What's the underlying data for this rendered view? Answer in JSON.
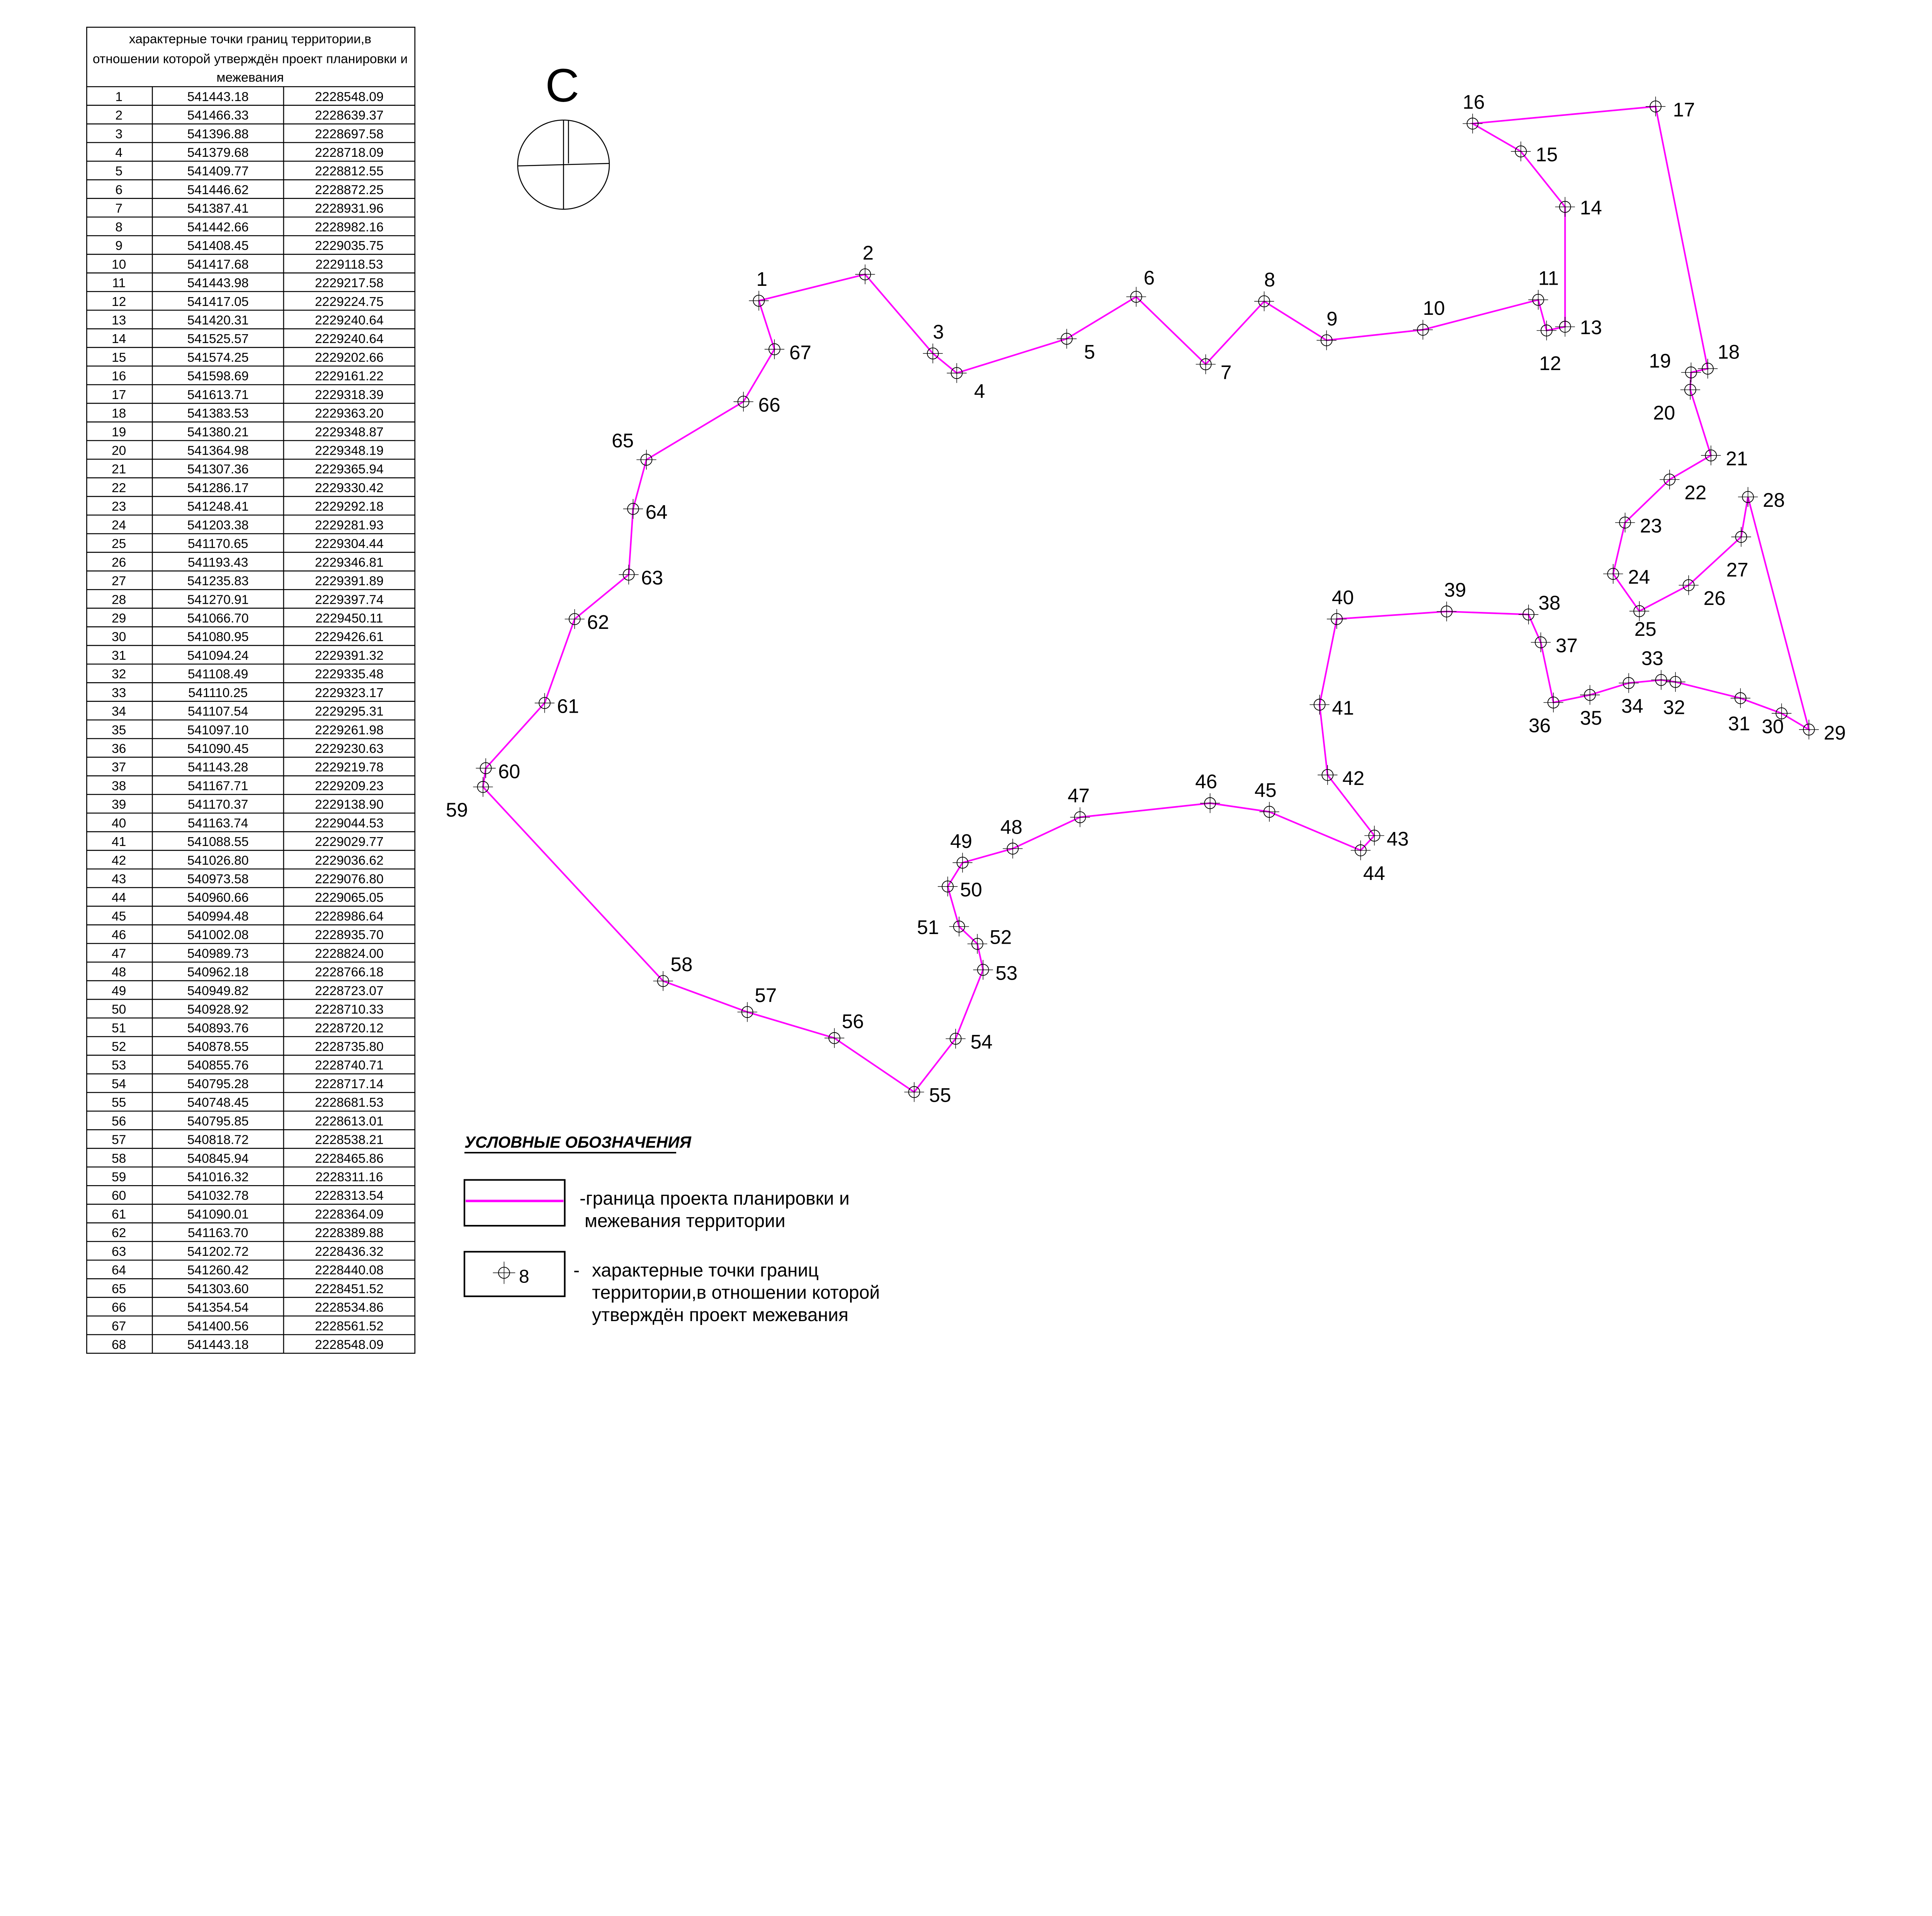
{
  "table": {
    "header_lines": [
      "характерные точки границ территории,в",
      "отношении которой утверждён проект планировки и",
      "межевания"
    ],
    "rows": [
      [
        "1",
        "541443.18",
        "2228548.09"
      ],
      [
        "2",
        "541466.33",
        "2228639.37"
      ],
      [
        "3",
        "541396.88",
        "2228697.58"
      ],
      [
        "4",
        "541379.68",
        "2228718.09"
      ],
      [
        "5",
        "541409.77",
        "2228812.55"
      ],
      [
        "6",
        "541446.62",
        "2228872.25"
      ],
      [
        "7",
        "541387.41",
        "2228931.96"
      ],
      [
        "8",
        "541442.66",
        "2228982.16"
      ],
      [
        "9",
        "541408.45",
        "2229035.75"
      ],
      [
        "10",
        "541417.68",
        "2229118.53"
      ],
      [
        "11",
        "541443.98",
        "2229217.58"
      ],
      [
        "12",
        "541417.05",
        "2229224.75"
      ],
      [
        "13",
        "541420.31",
        "2229240.64"
      ],
      [
        "14",
        "541525.57",
        "2229240.64"
      ],
      [
        "15",
        "541574.25",
        "2229202.66"
      ],
      [
        "16",
        "541598.69",
        "2229161.22"
      ],
      [
        "17",
        "541613.71",
        "2229318.39"
      ],
      [
        "18",
        "541383.53",
        "2229363.20"
      ],
      [
        "19",
        "541380.21",
        "2229348.87"
      ],
      [
        "20",
        "541364.98",
        "2229348.19"
      ],
      [
        "21",
        "541307.36",
        "2229365.94"
      ],
      [
        "22",
        "541286.17",
        "2229330.42"
      ],
      [
        "23",
        "541248.41",
        "2229292.18"
      ],
      [
        "24",
        "541203.38",
        "2229281.93"
      ],
      [
        "25",
        "541170.65",
        "2229304.44"
      ],
      [
        "26",
        "541193.43",
        "2229346.81"
      ],
      [
        "27",
        "541235.83",
        "2229391.89"
      ],
      [
        "28",
        "541270.91",
        "2229397.74"
      ],
      [
        "29",
        "541066.70",
        "2229450.11"
      ],
      [
        "30",
        "541080.95",
        "2229426.61"
      ],
      [
        "31",
        "541094.24",
        "2229391.32"
      ],
      [
        "32",
        "541108.49",
        "2229335.48"
      ],
      [
        "33",
        "541110.25",
        "2229323.17"
      ],
      [
        "34",
        "541107.54",
        "2229295.31"
      ],
      [
        "35",
        "541097.10",
        "2229261.98"
      ],
      [
        "36",
        "541090.45",
        "2229230.63"
      ],
      [
        "37",
        "541143.28",
        "2229219.78"
      ],
      [
        "38",
        "541167.71",
        "2229209.23"
      ],
      [
        "39",
        "541170.37",
        "2229138.90"
      ],
      [
        "40",
        "541163.74",
        "2229044.53"
      ],
      [
        "41",
        "541088.55",
        "2229029.77"
      ],
      [
        "42",
        "541026.80",
        "2229036.62"
      ],
      [
        "43",
        "540973.58",
        "2229076.80"
      ],
      [
        "44",
        "540960.66",
        "2229065.05"
      ],
      [
        "45",
        "540994.48",
        "2228986.64"
      ],
      [
        "46",
        "541002.08",
        "2228935.70"
      ],
      [
        "47",
        "540989.73",
        "2228824.00"
      ],
      [
        "48",
        "540962.18",
        "2228766.18"
      ],
      [
        "49",
        "540949.82",
        "2228723.07"
      ],
      [
        "50",
        "540928.92",
        "2228710.33"
      ],
      [
        "51",
        "540893.76",
        "2228720.12"
      ],
      [
        "52",
        "540878.55",
        "2228735.80"
      ],
      [
        "53",
        "540855.76",
        "2228740.71"
      ],
      [
        "54",
        "540795.28",
        "2228717.14"
      ],
      [
        "55",
        "540748.45",
        "2228681.53"
      ],
      [
        "56",
        "540795.85",
        "2228613.01"
      ],
      [
        "57",
        "540818.72",
        "2228538.21"
      ],
      [
        "58",
        "540845.94",
        "2228465.86"
      ],
      [
        "59",
        "541016.32",
        "2228311.16"
      ],
      [
        "60",
        "541032.78",
        "2228313.54"
      ],
      [
        "61",
        "541090.01",
        "2228364.09"
      ],
      [
        "62",
        "541163.70",
        "2228389.88"
      ],
      [
        "63",
        "541202.72",
        "2228436.32"
      ],
      [
        "64",
        "541260.42",
        "2228440.08"
      ],
      [
        "65",
        "541303.60",
        "2228451.52"
      ],
      [
        "66",
        "541354.54",
        "2228534.86"
      ],
      [
        "67",
        "541400.56",
        "2228561.52"
      ],
      [
        "68",
        "541443.18",
        "2228548.09"
      ]
    ]
  },
  "north_arrow": {
    "letter": "С"
  },
  "legend": {
    "title": "УСЛОВНЫЕ ОБОЗНАЧЕНИЯ",
    "boundary_lines": [
      "-граница проекта планировки и",
      "межевания  территории"
    ],
    "point_sample_label": "8",
    "point_dash": "-",
    "point_lines": [
      "характерные точки границ",
      "территории,в отношении которой",
      "утверждён проект межевания"
    ]
  },
  "colors": {
    "boundary": "#ff00ff",
    "ink": "#000000"
  }
}
